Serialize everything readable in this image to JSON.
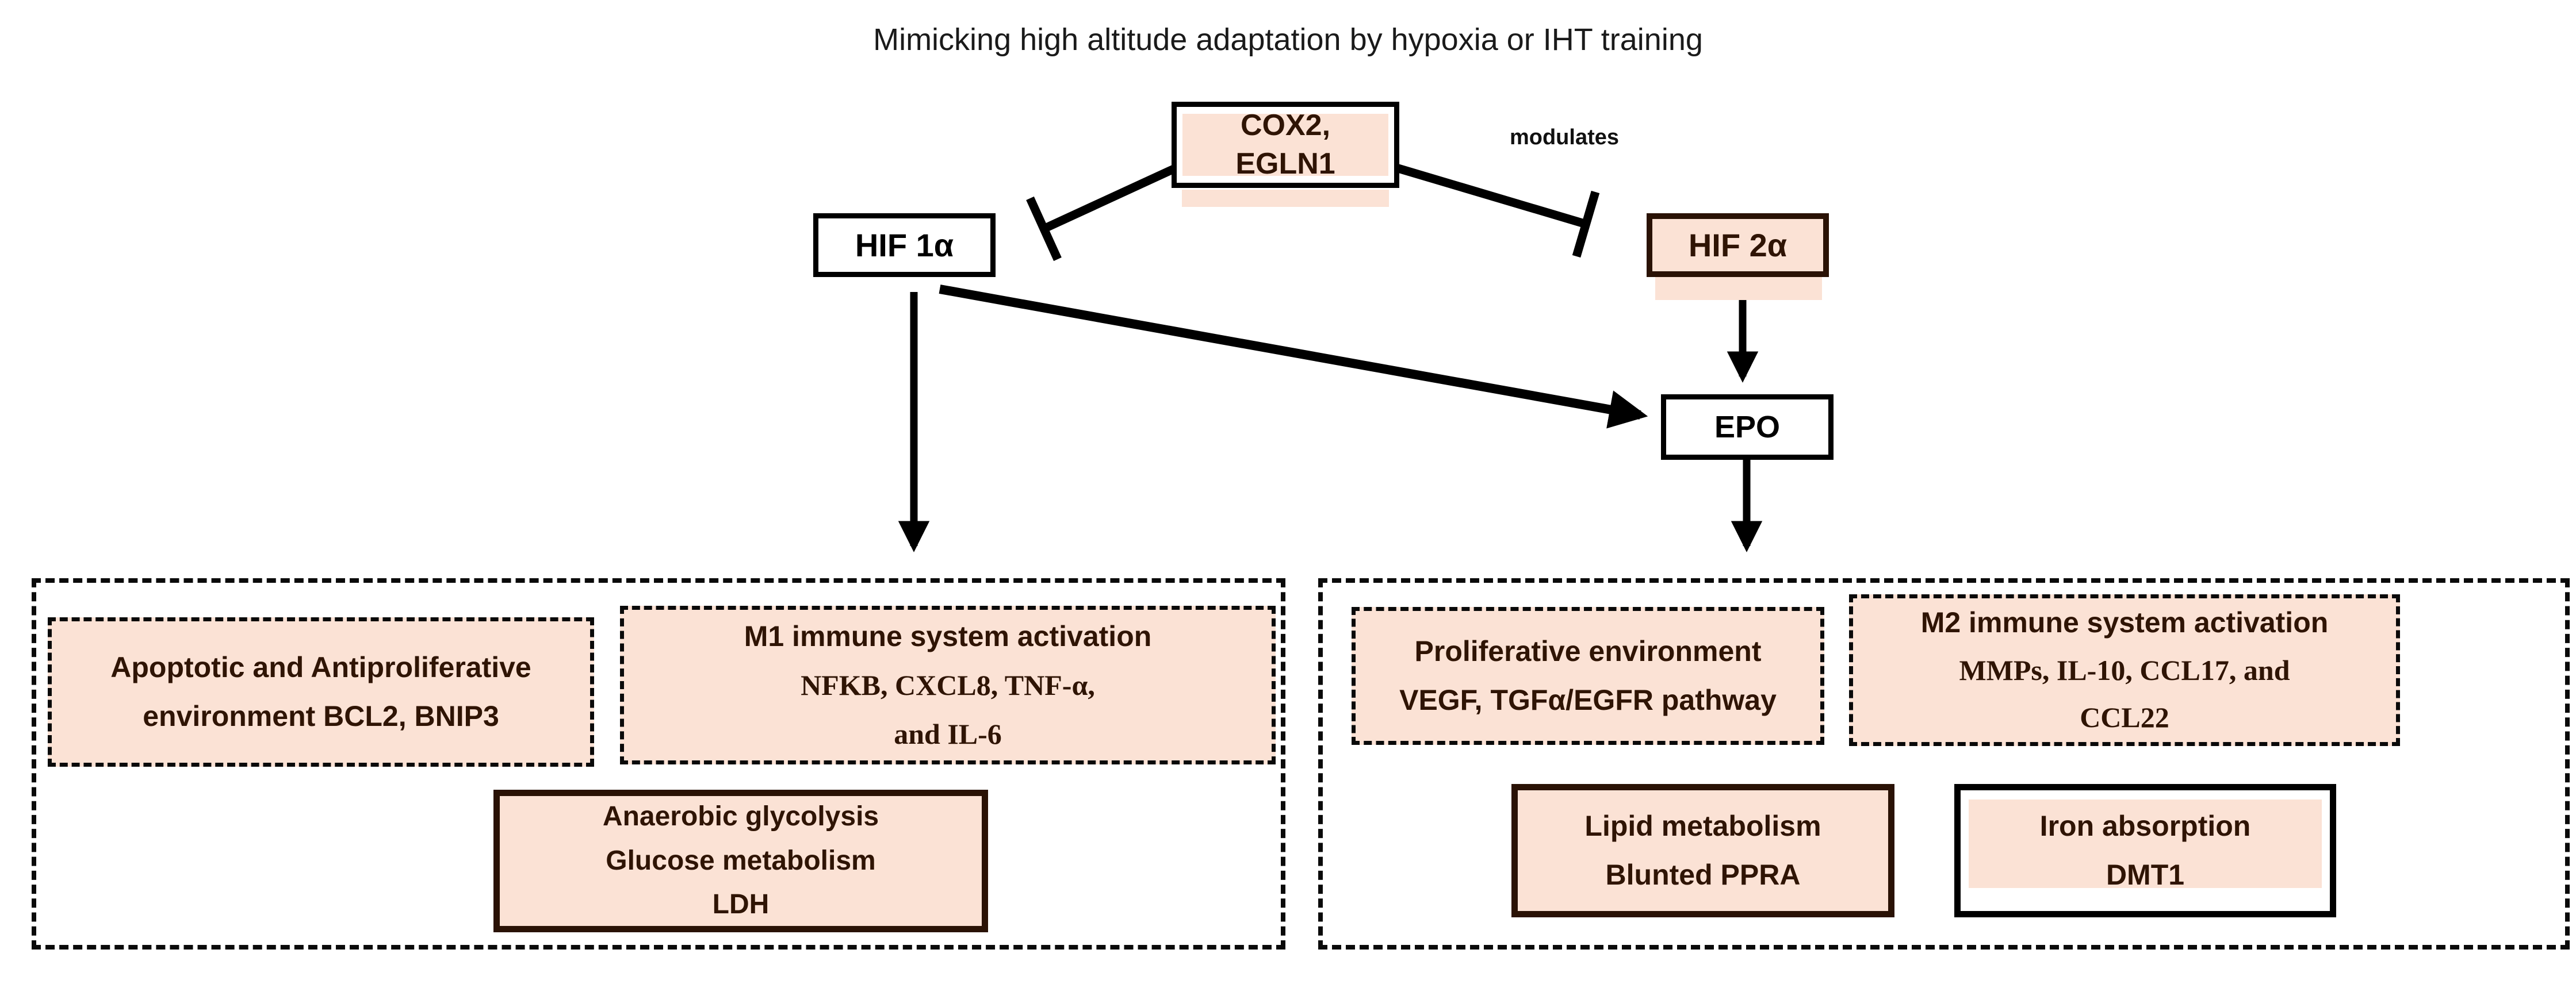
{
  "title": "Mimicking high altitude adaptation by hypoxia or IHT training",
  "labels": {
    "modulates": "modulates"
  },
  "nodes": {
    "cox2": {
      "lines": [
        "COX2,",
        "EGLN1"
      ]
    },
    "hif1a": {
      "label": "HIF 1α"
    },
    "hif2a": {
      "label": "HIF 2α"
    },
    "epo": {
      "label": "EPO"
    }
  },
  "left_group": {
    "apoptotic": {
      "lines": [
        "Apoptotic and Antiproliferative",
        "environment BCL2, BNIP3"
      ]
    },
    "m1": {
      "lines": [
        "M1 immune system activation",
        "NFKB, CXCL8, TNF-α,",
        "and IL-6"
      ]
    },
    "anaerobic": {
      "lines": [
        "Anaerobic glycolysis",
        "Glucose metabolism",
        "LDH"
      ]
    }
  },
  "right_group": {
    "proliferative": {
      "lines": [
        "Proliferative environment",
        "VEGF, TGFα/EGFR pathway"
      ]
    },
    "m2": {
      "lines": [
        "M2 immune system activation",
        "MMPs, IL-10, CCL17, and",
        "CCL22"
      ]
    },
    "lipid": {
      "lines": [
        "Lipid metabolism",
        "Blunted PPRA"
      ]
    },
    "iron": {
      "lines": [
        "Iron absorption",
        "DMT1"
      ]
    }
  },
  "edges": [
    {
      "from": "COX2, EGLN1",
      "to": "HIF 1α",
      "type": "inhibits"
    },
    {
      "from": "COX2, EGLN1",
      "to": "HIF 2α",
      "type": "inhibits",
      "label": "modulates"
    },
    {
      "from": "HIF 1α",
      "to": "EPO",
      "type": "activates"
    },
    {
      "from": "HIF 2α",
      "to": "EPO",
      "type": "activates"
    },
    {
      "from": "HIF 1α",
      "to": "left outcomes group",
      "type": "activates"
    },
    {
      "from": "EPO",
      "to": "right outcomes group",
      "type": "activates"
    }
  ],
  "colors": {
    "box_fill_pink": "#fbe2d5",
    "dark_brown_text": "#2f1404",
    "dark_brown_border": "#2a1205",
    "black": "#000000"
  }
}
